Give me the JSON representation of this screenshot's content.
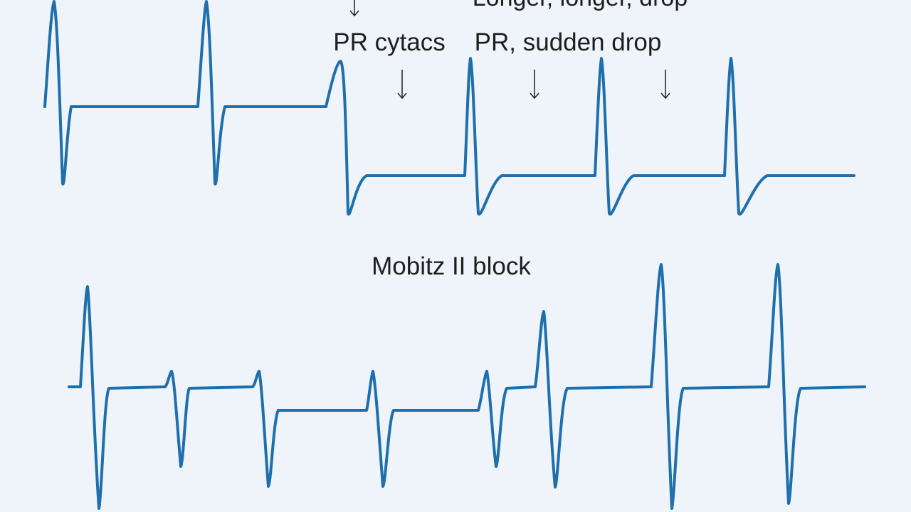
{
  "labels": {
    "top_caption": "Longer, longer, drop",
    "pr_left": "PR cytacs",
    "pr_right": "PR, sudden drop",
    "section_title": "Mobitz II block"
  },
  "trace_color": "#1f6fad",
  "background": "#eef4f9"
}
